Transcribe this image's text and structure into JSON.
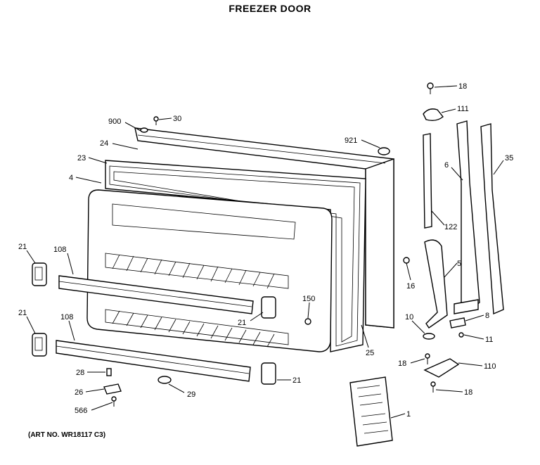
{
  "title": "FREEZER DOOR",
  "art_no": "(ART NO. WR18117 C3)",
  "callouts": [
    {
      "id": "c18a",
      "text": "18"
    },
    {
      "id": "c111",
      "text": "111"
    },
    {
      "id": "c30",
      "text": "30"
    },
    {
      "id": "c900",
      "text": "900"
    },
    {
      "id": "c921",
      "text": "921"
    },
    {
      "id": "c24",
      "text": "24"
    },
    {
      "id": "c23",
      "text": "23"
    },
    {
      "id": "c4",
      "text": "4"
    },
    {
      "id": "c6",
      "text": "6"
    },
    {
      "id": "c35",
      "text": "35"
    },
    {
      "id": "c122",
      "text": "122"
    },
    {
      "id": "c21a",
      "text": "21"
    },
    {
      "id": "c108a",
      "text": "108"
    },
    {
      "id": "c16",
      "text": "16"
    },
    {
      "id": "c5",
      "text": "5"
    },
    {
      "id": "c150",
      "text": "150"
    },
    {
      "id": "c21b",
      "text": "21"
    },
    {
      "id": "c21c",
      "text": "21"
    },
    {
      "id": "c108b",
      "text": "108"
    },
    {
      "id": "c10",
      "text": "10"
    },
    {
      "id": "c8",
      "text": "8"
    },
    {
      "id": "c11",
      "text": "11"
    },
    {
      "id": "c25",
      "text": "25"
    },
    {
      "id": "c18b",
      "text": "18"
    },
    {
      "id": "c110",
      "text": "110"
    },
    {
      "id": "c28",
      "text": "28"
    },
    {
      "id": "c21d",
      "text": "21"
    },
    {
      "id": "c26",
      "text": "26"
    },
    {
      "id": "c29",
      "text": "29"
    },
    {
      "id": "c18c",
      "text": "18"
    },
    {
      "id": "c566",
      "text": "566"
    },
    {
      "id": "c1",
      "text": "1"
    }
  ]
}
